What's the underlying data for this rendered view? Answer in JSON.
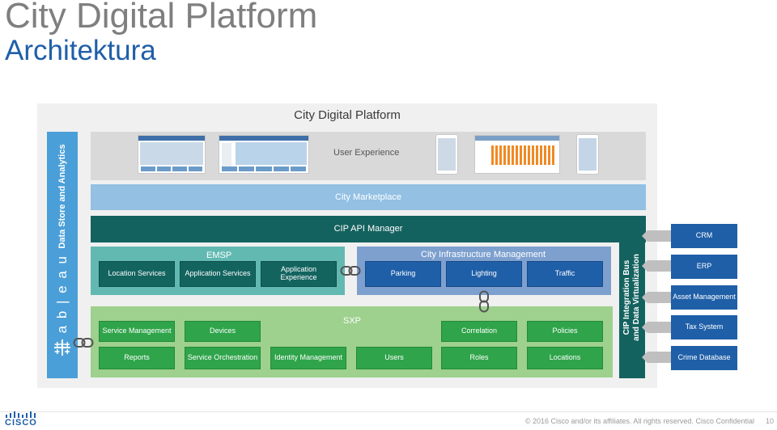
{
  "header": {
    "title": "City Digital Platform",
    "subtitle": "Architektura"
  },
  "diagram": {
    "frame_title": "City Digital Platform",
    "left_bar": {
      "label": "Data Store and Analytics",
      "logo_text": "+ a b | e a u"
    },
    "user_experience": "User Experience",
    "marketplace": "City Marketplace",
    "api_manager": "CIP API Manager",
    "emsp": {
      "title": "EMSP",
      "boxes": [
        "Location Services",
        "Application Services",
        "Application Experience"
      ]
    },
    "cim": {
      "title": "City Infrastructure Management",
      "boxes": [
        "Parking",
        "Lighting",
        "Traffic"
      ]
    },
    "sxp": {
      "title": "SXP",
      "boxes": [
        "Service Management",
        "Devices",
        "Correlation",
        "Policies",
        "Reports",
        "Service Orchestration",
        "Identity Management",
        "Users",
        "Roles",
        "Locations"
      ]
    },
    "integration_bus": {
      "line1": "CIP Integration Bus",
      "line2": "and Data Virtualization"
    },
    "external_systems": [
      "CRM",
      "ERP",
      "Asset Management",
      "Tax System",
      "Crime Database"
    ]
  },
  "colors": {
    "teal_dark": "#13645f",
    "blue_dark": "#1f5fa8",
    "green": "#2fa44a",
    "light_blue": "#93c0e3",
    "analytics_blue": "#4b9fd8"
  },
  "footer": {
    "logo": "CISCO",
    "copyright": "© 2016  Cisco and/or its affiliates. All rights reserved.   Cisco Confidential",
    "page": "10"
  }
}
